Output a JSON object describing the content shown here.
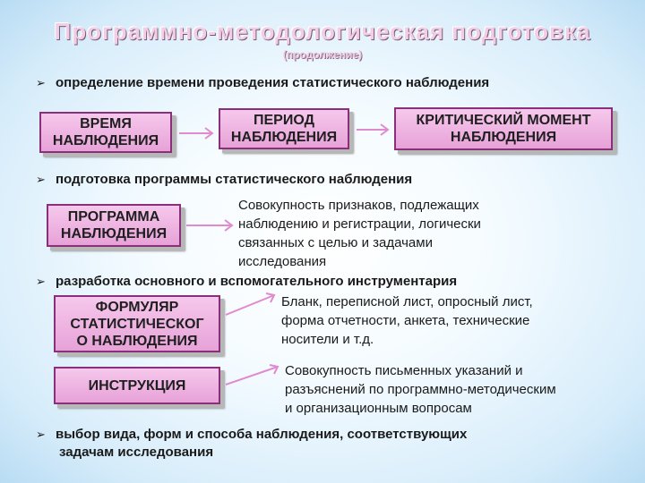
{
  "header": {
    "title": "Программно-методологическая подготовка",
    "subtitle": "(продолжение)"
  },
  "bullets": [
    "определение времени проведения статистического наблюдения",
    "подготовка программы статистического наблюдения",
    "разработка основного и вспомогательного инструментария",
    "выбор вида, форм и способа наблюдения, соответствующих",
    "задачам исследования"
  ],
  "boxes": {
    "time": [
      "ВРЕМЯ",
      "НАБЛЮДЕНИЯ"
    ],
    "period": [
      "ПЕРИОД",
      "НАБЛЮДЕНИЯ"
    ],
    "critical": [
      "КРИТИЧЕСКИЙ МОМЕНТ",
      "НАБЛЮДЕНИЯ"
    ],
    "program": [
      "ПРОГРАММА",
      "НАБЛЮДЕНИЯ"
    ],
    "form": [
      "ФОРМУЛЯР",
      "СТАТИСТИЧЕСКОГ",
      "О НАБЛЮДЕНИЯ"
    ],
    "instruction": [
      "ИНСТРУКЦИЯ"
    ]
  },
  "descriptions": {
    "program": [
      "Совокупность признаков, подлежащих",
      "наблюдению и регистрации, логически",
      "связанных с целью и задачами",
      "исследования"
    ],
    "form": [
      "Бланк, переписной лист, опросный лист,",
      "форма отчетности, анкета, технические",
      "носители и т.д."
    ],
    "instruction": [
      "Совокупность письменных указаний и",
      "разъяснений по программно-методическим",
      "и организационным вопросам"
    ]
  },
  "colors": {
    "box_fill": "#f0b8e4",
    "box_border": "#8a2f7a",
    "arrow": "#e08ad0"
  }
}
